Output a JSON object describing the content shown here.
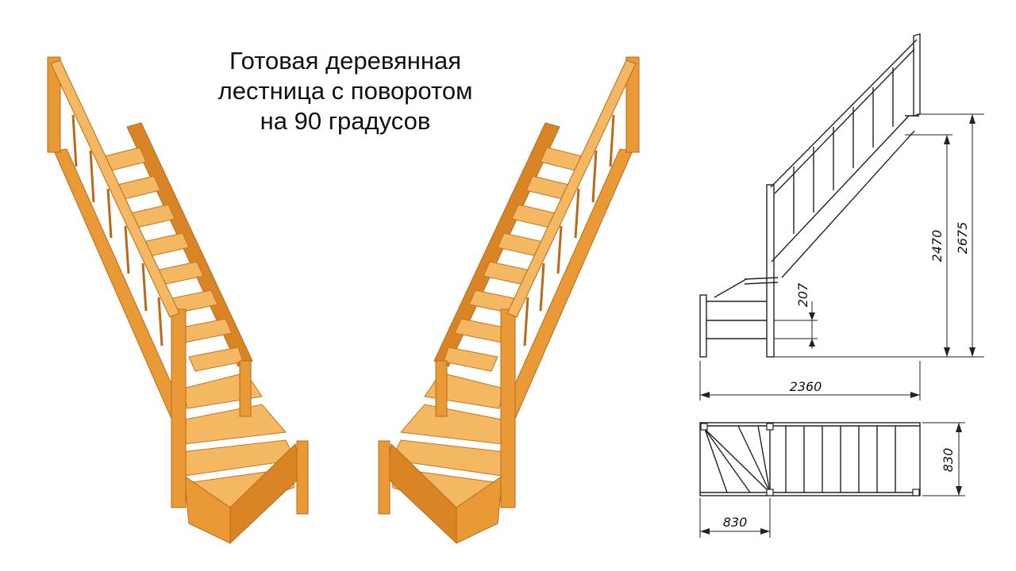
{
  "title": "Готовая деревянная\nлестница с поворотом\nна 90 градусов",
  "colors": {
    "wood_light": "#f4b862",
    "wood_mid": "#e99a37",
    "wood_dark": "#c8741f",
    "line": "#222222"
  },
  "drawing": {
    "side_view": {
      "dims": {
        "total_length": "2360",
        "upper_height": "2470",
        "total_height": "2675",
        "step_rise": "207"
      }
    },
    "plan_view": {
      "dims": {
        "width": "830",
        "landing_length": "830"
      }
    }
  }
}
